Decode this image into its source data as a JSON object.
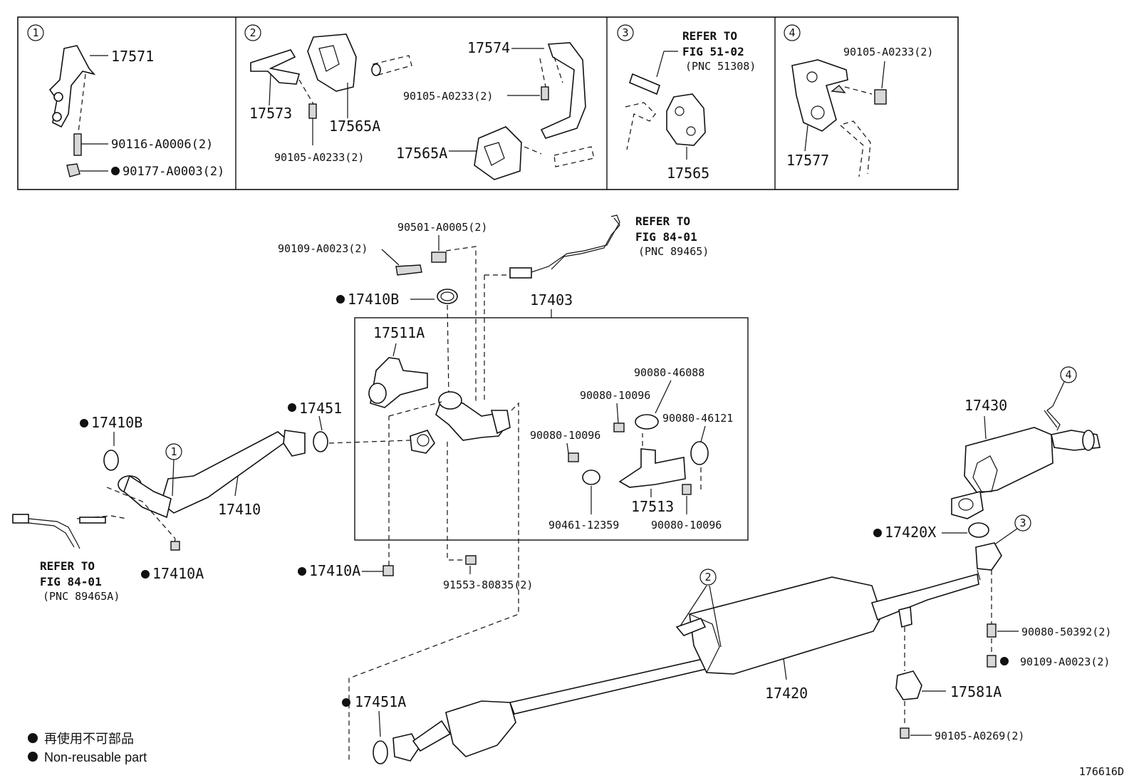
{
  "panel1": {
    "marker": "1",
    "labels": [
      "17571",
      "90116-A0006(2)",
      "90177-A0003(2)"
    ]
  },
  "panel2": {
    "marker": "2",
    "labels": [
      "17573",
      "17565A",
      "90105-A0233(2)",
      "17574",
      "90105-A0233(2)",
      "17565A"
    ]
  },
  "panel3": {
    "marker": "3",
    "refer": [
      "REFER TO",
      "FIG 51-02",
      "(PNC 51308)"
    ],
    "labels": [
      "17565"
    ]
  },
  "panel4": {
    "marker": "4",
    "labels": [
      "90105-A0233(2)",
      "17577"
    ]
  },
  "main": {
    "refer_top": [
      "REFER TO",
      "FIG 84-01",
      "(PNC 89465)"
    ],
    "refer_left": [
      "REFER TO",
      "FIG 84-01",
      "(PNC 89465A)"
    ],
    "labels": {
      "p90501": "90501-A0005(2)",
      "p90109a": "90109-A0023(2)",
      "p17410b_top": "17410B",
      "p17403": "17403",
      "p17511a": "17511A",
      "p90080_46088": "90080-46088",
      "p90080_10096a": "90080-10096",
      "p90080_46121": "90080-46121",
      "p90080_10096b": "90080-10096",
      "p17513": "17513",
      "p90461": "90461-12359",
      "p90080_10096c": "90080-10096",
      "p17451": "17451",
      "p17410b_left": "17410B",
      "p17410": "17410",
      "p17410a_left": "17410A",
      "p17410a_mid": "17410A",
      "p91553": "91553-80835(2)",
      "p17430": "17430",
      "p17420x": "17420X",
      "p17420": "17420",
      "p90080_50392": "90080-50392(2)",
      "p90109b": "90109-A0023(2)",
      "p17581a": "17581A",
      "p90105_a0269": "90105-A0269(2)",
      "p17451a": "17451A"
    },
    "markers": [
      "1",
      "2",
      "3",
      "4"
    ]
  },
  "legend": {
    "jp": "再使用不可部品",
    "en": "Non-reusable part"
  },
  "figure_id": "176616D"
}
